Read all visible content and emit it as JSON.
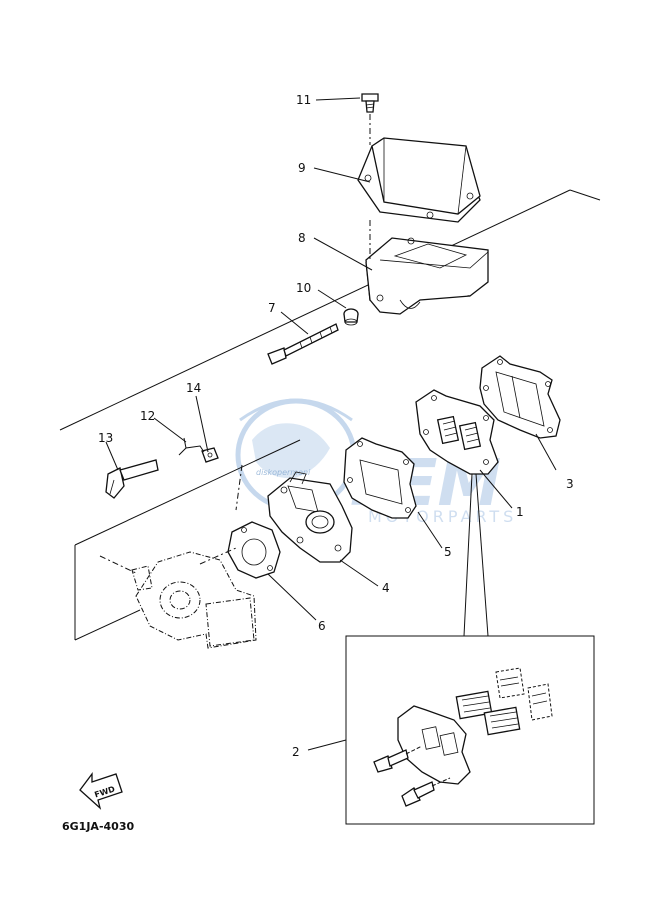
{
  "callouts": [
    {
      "id": "c11",
      "text": "11"
    },
    {
      "id": "c9",
      "text": "9"
    },
    {
      "id": "c8",
      "text": "8"
    },
    {
      "id": "c10",
      "text": "10"
    },
    {
      "id": "c7",
      "text": "7"
    },
    {
      "id": "c14",
      "text": "14"
    },
    {
      "id": "c12",
      "text": "12"
    },
    {
      "id": "c13",
      "text": "13"
    },
    {
      "id": "c3",
      "text": "3"
    },
    {
      "id": "c1",
      "text": "1"
    },
    {
      "id": "c5",
      "text": "5"
    },
    {
      "id": "c4",
      "text": "4"
    },
    {
      "id": "c6",
      "text": "6"
    },
    {
      "id": "c2",
      "text": "2"
    }
  ],
  "fwd_label": "FWD",
  "diagram_code": "6G1JA-4030",
  "watermark": {
    "brand": "FEM",
    "tagline": "MOTORPARTS",
    "small": "diskopermoni"
  }
}
